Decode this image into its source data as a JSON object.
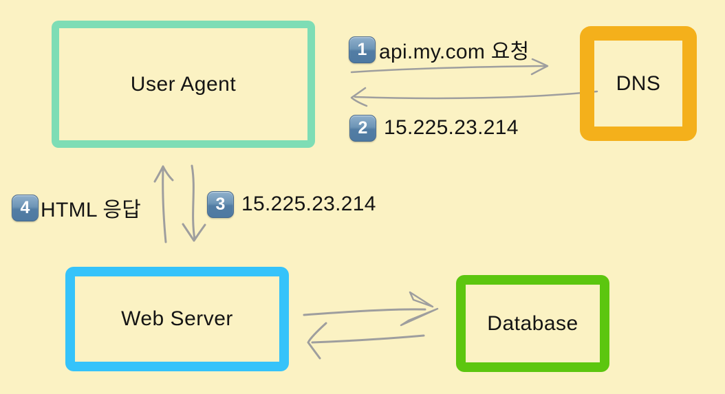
{
  "canvas": {
    "background": "#FBF2C3",
    "arrow_color": "#9E9E9E",
    "text_color": "#141414"
  },
  "nodes": [
    {
      "id": "user-agent",
      "label": "User Agent",
      "border_color": "#7EDDB5"
    },
    {
      "id": "dns",
      "label": "DNS",
      "border_color": "#F4B01B"
    },
    {
      "id": "web-server",
      "label": "Web Server",
      "border_color": "#35C3FA"
    },
    {
      "id": "database",
      "label": "Database",
      "border_color": "#5CC60F"
    }
  ],
  "steps": [
    {
      "number": "1",
      "text": "api.my.com 요청"
    },
    {
      "number": "2",
      "text": "15.225.23.214"
    },
    {
      "number": "3",
      "text": "15.225.23.214"
    },
    {
      "number": "4",
      "text": "HTML 응답"
    }
  ],
  "badge": {
    "gradient_top": "#8FB0CC",
    "gradient_bottom": "#4E79A1",
    "border_color": "#44688C",
    "number_color": "#FFFFFF"
  }
}
